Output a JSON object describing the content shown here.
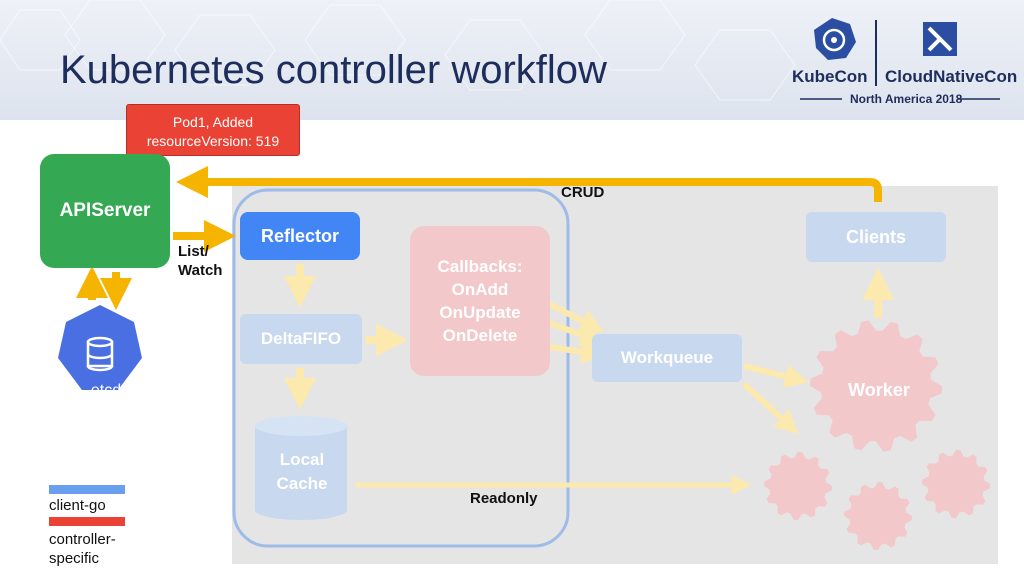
{
  "title": "Kubernetes controller workflow",
  "logo": {
    "kubecon": "KubeCon",
    "cloudnativecon": "CloudNativeCon",
    "event": "North America 2018"
  },
  "event_box": {
    "line1": "Pod1, Added",
    "line2": "resourceVersion: 519"
  },
  "nodes": {
    "apiserver": "APIServer",
    "reflector": "Reflector",
    "deltafifo": "DeltaFIFO",
    "local_cache": "Local\nCache",
    "callbacks": "Callbacks:\nOnAdd\nOnUpdate\nOnDelete",
    "workqueue": "Workqueue",
    "clients": "Clients",
    "worker": "Worker",
    "etcd": "etcd"
  },
  "edge_labels": {
    "list_watch": "List/\nWatch",
    "crud": "CRUD",
    "readonly": "Readonly"
  },
  "legend": {
    "client_go": "client-go",
    "controller_specific": "controller-\nspecific"
  },
  "colors": {
    "apiserver": "#34a853",
    "reflector": "#4285f4",
    "client_go": "#6a9ff0",
    "controller_specific": "#ea4335",
    "arrow": "#f4b400",
    "arrow_faded": "#fbe9ad",
    "etcd": "#4a6fe3",
    "title": "#1d2d5c"
  }
}
